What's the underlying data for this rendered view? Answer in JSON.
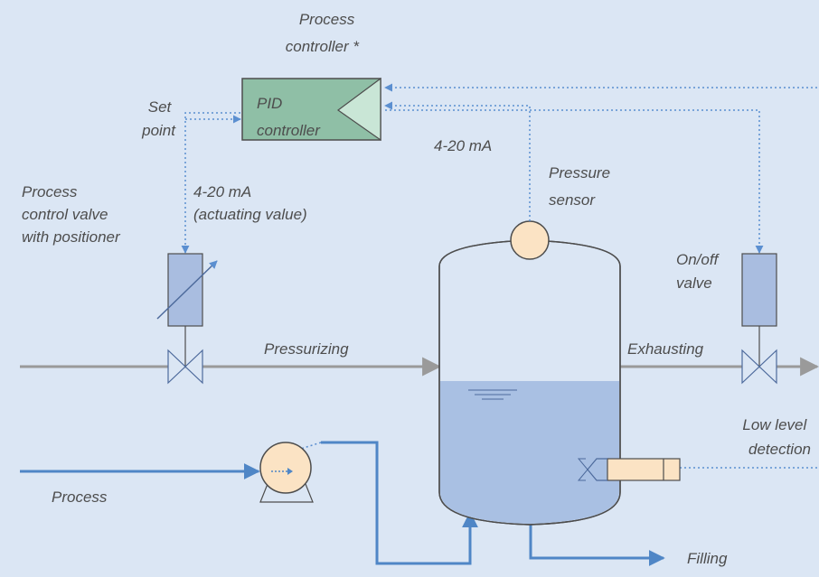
{
  "labels": {
    "process_controller": [
      "Process",
      "controller *"
    ],
    "pid_controller": [
      "PID",
      "controller"
    ],
    "set_point": [
      "Set",
      "point"
    ],
    "control_valve": [
      "Process",
      "control valve",
      "with positioner"
    ],
    "actuating_signal": [
      "4-20 mA",
      "(actuating value)"
    ],
    "sensor_signal": "4-20 mA",
    "pressure_sensor": [
      "Pressure",
      "sensor"
    ],
    "on_off_valve": [
      "On/off",
      "valve"
    ],
    "pressurizing": "Pressurizing",
    "exhausting": "Exhausting",
    "low_level_detection": [
      "Low level",
      "detection"
    ],
    "process": "Process",
    "filling": "Filling"
  },
  "colors": {
    "background": "#dbe6f4",
    "pipe_gray": "#9a9a9a",
    "pipe_blue": "#4f86c6",
    "signal_line": "#5b8fd0",
    "controller_fill": "#8fbfa6",
    "valve_body": "#a9bde0",
    "sensor_fill": "#fbe3c4",
    "liquid": "#a9c0e3",
    "vessel_fill": "#dbe6f4"
  }
}
